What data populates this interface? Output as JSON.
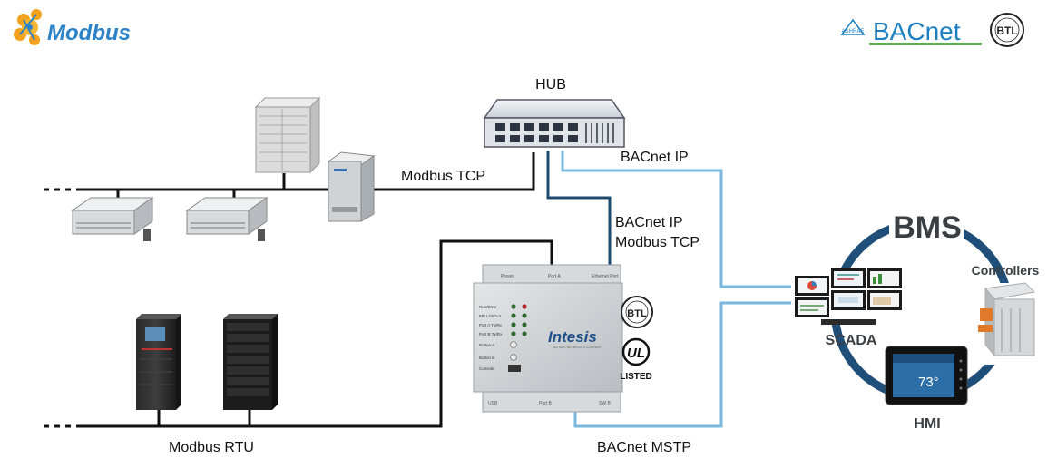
{
  "logos": {
    "modbus": "Modbus",
    "bacnet": "BACnet",
    "ashrae": "ASHRAE",
    "btl": "BTL"
  },
  "labels": {
    "hub": "HUB",
    "modbus_tcp": "Modbus TCP",
    "bacnet_ip_top": "BACnet IP",
    "bacnet_ip_gw": "BACnet IP",
    "modbus_tcp_gw": "Modbus TCP",
    "bms": "BMS",
    "controllers": "Controllers",
    "scada": "SCADA",
    "hmi": "HMI",
    "modbus_rtu": "Modbus RTU",
    "bacnet_mstp": "BACnet MSTP"
  },
  "gateway": {
    "brand": "Intesis",
    "tagline": "AN HMS NETWORKS COMPANY",
    "top_labels": [
      "Power",
      "Port A",
      "Ethernet Port"
    ],
    "leds": [
      "Run/Error",
      "Eth Link/Act",
      "Port A Tx/Rx",
      "Port B Tx/Rx",
      "Button A",
      "Button B",
      "Console"
    ],
    "bottom_labels": [
      "USB",
      "Port B",
      "SW B"
    ],
    "ul": "UL",
    "ul_listed": "LISTED"
  },
  "hmi_screen": {
    "temp": "73°"
  },
  "colors": {
    "wire_black": "#111111",
    "wire_blue": "#7ab8de",
    "wire_navy": "#1e4a6e",
    "bms_ring": "#1f4e79",
    "modbus_blue": "#2b82c6",
    "modbus_orange": "#f2a21c",
    "bacnet_blue": "#1c7fc1",
    "bacnet_green": "#5db14c"
  }
}
